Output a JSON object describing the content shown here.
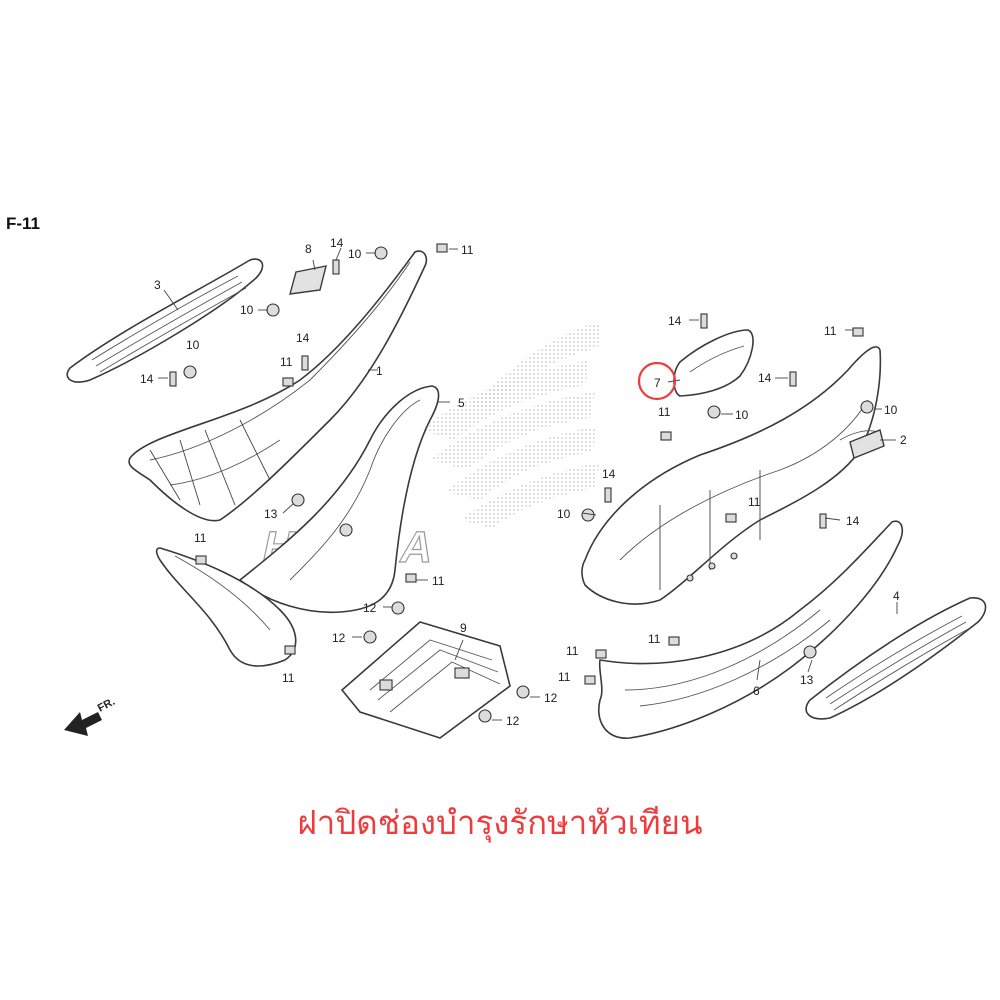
{
  "diagram": {
    "section_code": "F-11",
    "brand_watermark": "HONDA",
    "front_indicator": "FR.",
    "caption": "ฝาปิดช่องบำรุงรักษาหัวเทียน",
    "highlight_color": "#ef3b3b",
    "highlighted_part": "7",
    "labels": {
      "p1": "1",
      "p2": "2",
      "p3": "3",
      "p4": "4",
      "p5": "5",
      "p6": "6",
      "p7": "7",
      "p8": "8",
      "p9": "9",
      "p10": "10",
      "p11": "11",
      "p12": "12",
      "p13": "13",
      "p14": "14"
    }
  }
}
